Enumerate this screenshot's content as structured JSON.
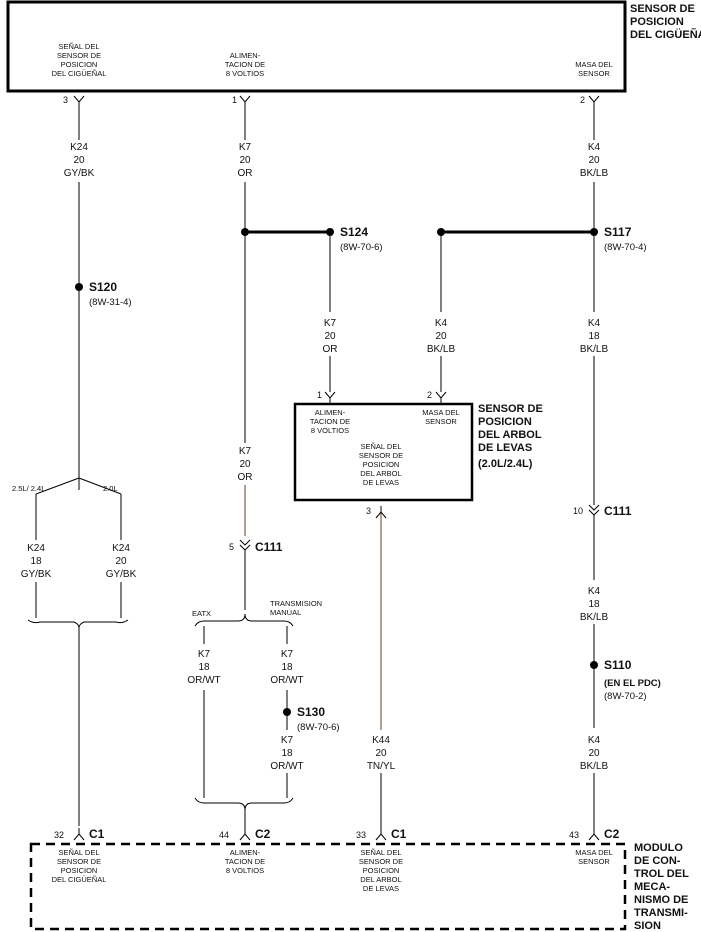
{
  "crank_sensor": {
    "title": [
      "SENSOR DE",
      "POSICION",
      "DEL CIGÜEÑAL"
    ],
    "pin_signal": [
      "SEÑAL DEL",
      "SENSOR DE",
      "POSICION",
      "DEL CIGÜEÑAL"
    ],
    "pin_supply": [
      "ALIMEN-",
      "TACION DE",
      "8 VOLTIOS"
    ],
    "pin_ground": [
      "MASA DEL",
      "SENSOR"
    ],
    "pin3": "3",
    "pin1": "1",
    "pin2": "2"
  },
  "wires": {
    "k24_top": [
      "K24",
      "20",
      "GY/BK"
    ],
    "k7_top": [
      "K7",
      "20",
      "OR"
    ],
    "k4_top": [
      "K4",
      "20",
      "BK/LB"
    ],
    "k7_cam": [
      "K7",
      "20",
      "OR"
    ],
    "k4_cam": [
      "K4",
      "20",
      "BK/LB"
    ],
    "k4_mid": [
      "K4",
      "18",
      "BK/LB"
    ],
    "k7_mid": [
      "K7",
      "20",
      "OR"
    ],
    "k24_left": [
      "K24",
      "18",
      "GY/BK"
    ],
    "k24_right": [
      "K24",
      "20",
      "GY/BK"
    ],
    "k7_eatx": [
      "K7",
      "18",
      "OR/WT"
    ],
    "k7_man": [
      "K7",
      "18",
      "OR/WT"
    ],
    "k7_low": [
      "K7",
      "18",
      "OR/WT"
    ],
    "k44": [
      "K44",
      "20",
      "TN/YL"
    ],
    "k4_c111": [
      "K4",
      "18",
      "BK/LB"
    ],
    "k4_low": [
      "K4",
      "20",
      "BK/LB"
    ]
  },
  "splices": {
    "s124": {
      "name": "S124",
      "ref": "(8W-70-6)"
    },
    "s117": {
      "name": "S117",
      "ref": "(8W-70-4)"
    },
    "s120": {
      "name": "S120",
      "ref": "(8W-31-4)"
    },
    "s130": {
      "name": "S130",
      "ref": "(8W-70-6)"
    },
    "s110": {
      "name": "S110",
      "sub": "(EN EL PDC)",
      "ref": "(8W-70-2)"
    }
  },
  "connectors": {
    "c111_left": {
      "pin": "5",
      "name": "C111"
    },
    "c111_right": {
      "pin": "10",
      "name": "C111"
    }
  },
  "cam_sensor": {
    "title": [
      "SENSOR DE",
      "POSICION",
      "DEL ARBOL",
      "DE LEVAS",
      "(2.0L/2.4L)"
    ],
    "pin_supply": [
      "ALIMEN-",
      "TACION DE",
      "8 VOLTIOS"
    ],
    "pin_ground": [
      "MASA DEL",
      "SENSOR"
    ],
    "pin_signal": [
      "SEÑAL DEL",
      "SENSOR DE",
      "POSICION",
      "DEL ARBOL",
      "DE LEVAS"
    ],
    "pin1": "1",
    "pin2": "2",
    "pin3": "3"
  },
  "branches": {
    "left_a": "2.5L/ 2.4L",
    "left_b": "2.0L",
    "eatx": "EATX",
    "manual": [
      "TRANSMISION",
      "MANUAL"
    ]
  },
  "module": {
    "title": [
      "MODULO",
      "DE CON-",
      "TROL DEL",
      "MECA-",
      "NISMO DE",
      "TRANSMI-",
      "SION"
    ],
    "pins": [
      {
        "num": "32",
        "conn": "C1",
        "label": [
          "SEÑAL DEL",
          "SENSOR DE",
          "POSICION",
          "DEL CIGÜEÑAL"
        ]
      },
      {
        "num": "44",
        "conn": "C2",
        "label": [
          "ALIMEN-",
          "TACION DE",
          "8 VOLTIOS"
        ]
      },
      {
        "num": "33",
        "conn": "C1",
        "label": [
          "SEÑAL DEL",
          "SENSOR DE",
          "POSICION",
          "DEL ARBOL",
          "DE LEVAS"
        ]
      },
      {
        "num": "43",
        "conn": "C2",
        "label": [
          "MASA DEL",
          "SENSOR"
        ]
      }
    ]
  }
}
